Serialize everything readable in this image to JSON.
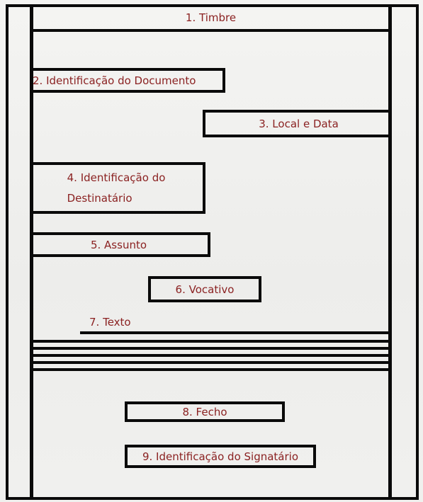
{
  "sections": {
    "timbre": "1. Timbre",
    "identificacao_documento": "2. Identificação do Documento",
    "local_data": "3. Local e Data",
    "identificacao_destinatario_line1": "4. Identificação do",
    "identificacao_destinatario_line2": "Destinatário",
    "assunto": "5. Assunto",
    "vocativo": "6. Vocativo",
    "texto": "7. Texto",
    "fecho": "8. Fecho",
    "identificacao_signatario": "9. Identificação do Signatário"
  },
  "colors": {
    "label": "#8b2222",
    "lines": "#0a0a0a",
    "background": "#f1f1ef"
  }
}
